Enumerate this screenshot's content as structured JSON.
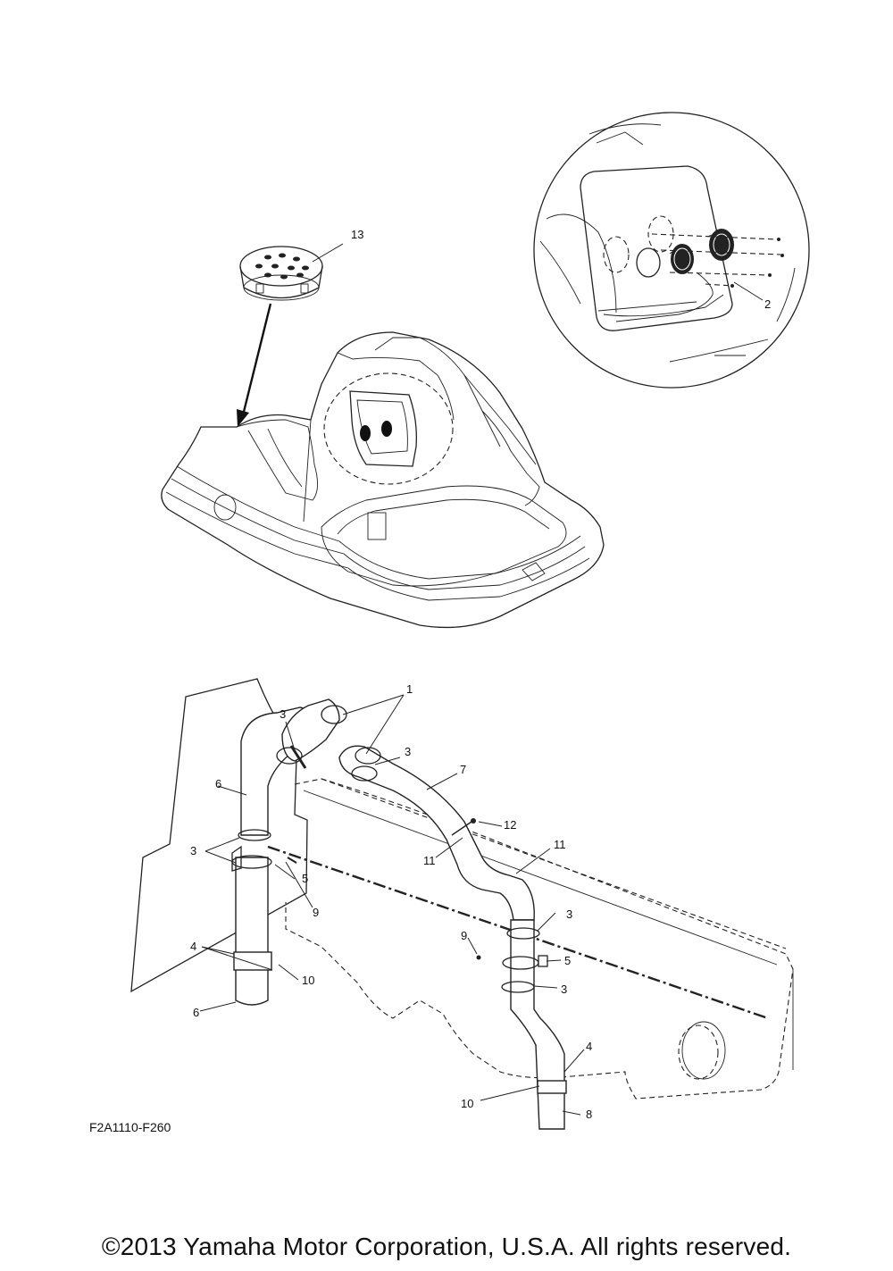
{
  "diagram": {
    "callouts": [
      "13",
      "2",
      "1",
      "3",
      "3",
      "3",
      "6",
      "7",
      "12",
      "11",
      "11",
      "5",
      "9",
      "4",
      "10",
      "6",
      "3",
      "9",
      "5",
      "3",
      "4",
      "10",
      "8"
    ],
    "figure_code": "F2A1110-F260"
  },
  "footer": {
    "copyright": "©2013 Yamaha Motor Corporation, U.S.A. All rights reserved."
  }
}
